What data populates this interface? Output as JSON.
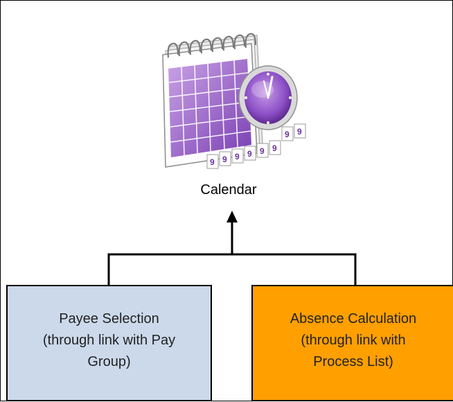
{
  "diagram": {
    "node_top": {
      "label": "Calendar",
      "icon": "calendar-clock-icon",
      "icon_digits": [
        "9",
        "9",
        "9",
        "9",
        "9",
        "9",
        "9",
        "9"
      ]
    },
    "node_left": {
      "label": "Payee Selection\n(through link with Pay\nGroup)",
      "fill": "#cbd9ea"
    },
    "node_right": {
      "label": "Absence Calculation\n(through link with\nProcess List)",
      "fill": "#ff9f00"
    }
  },
  "colors": {
    "calendar_purple": "#8a4fbf",
    "calendar_purple_dark": "#5e2b8f",
    "connector": "#000000",
    "box_border": "#000000"
  }
}
